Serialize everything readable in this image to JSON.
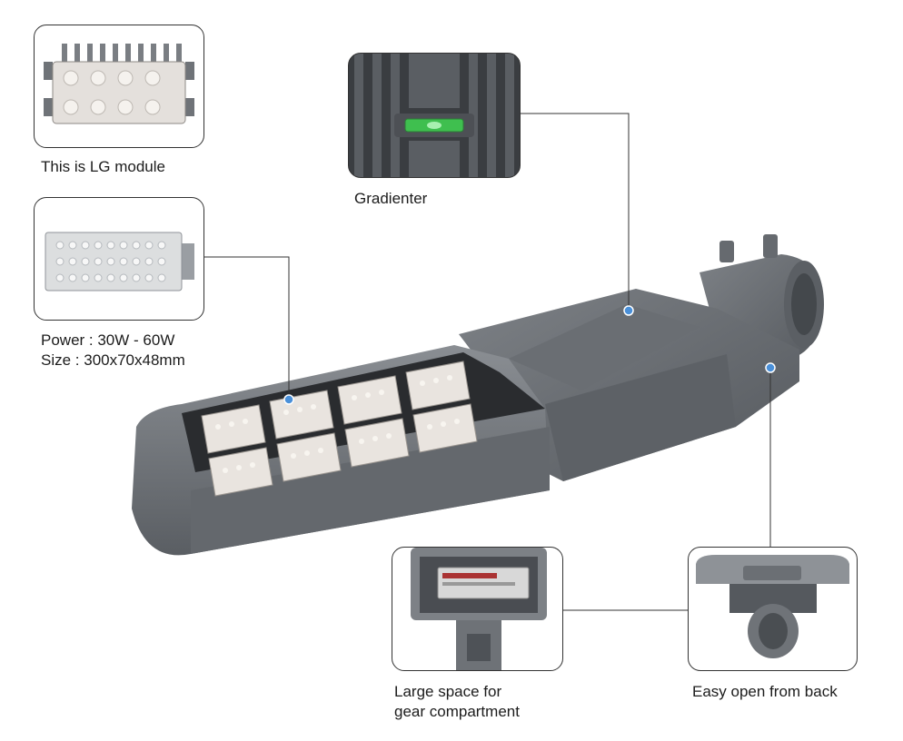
{
  "callouts": {
    "lg_module": {
      "caption": "This is LG module"
    },
    "power_module": {
      "line1": "Power : 30W - 60W",
      "line2": "Size : 300x70x48mm"
    },
    "gradienter": {
      "caption": "Gradienter"
    },
    "gear_compartment": {
      "line1": "Large space for",
      "line2": "gear compartment"
    },
    "back_open": {
      "caption": "Easy open from back"
    }
  },
  "colors": {
    "housing": "#6f7378",
    "housing_dark": "#54585d",
    "led_board": "#e9e4df",
    "leader_line": "#333333",
    "marker_dot": "#4a90d9",
    "bubble_level": "#3fbf4f"
  }
}
